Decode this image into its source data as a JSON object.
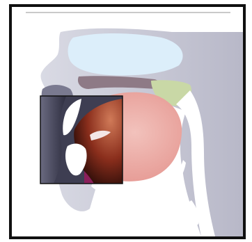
{
  "figure": {
    "subject": "midsagittal-vocal-tract-diagram",
    "highlight": "lip-and-tongue-tip-region",
    "regions": [
      {
        "id": "nasal-cavity",
        "color": "#dceefa"
      },
      {
        "id": "hard-palate",
        "color": "#8e7a86"
      },
      {
        "id": "velum",
        "color": "#c9d8a6"
      },
      {
        "id": "tongue",
        "color": "#e9aaa4"
      },
      {
        "id": "tongue-highlight",
        "color": "#9b3a22"
      },
      {
        "id": "lips",
        "color": "#3e3e52"
      },
      {
        "id": "pharynx",
        "color": "#ffffff"
      },
      {
        "id": "head-tissue",
        "color": "#cfcfda"
      }
    ]
  }
}
